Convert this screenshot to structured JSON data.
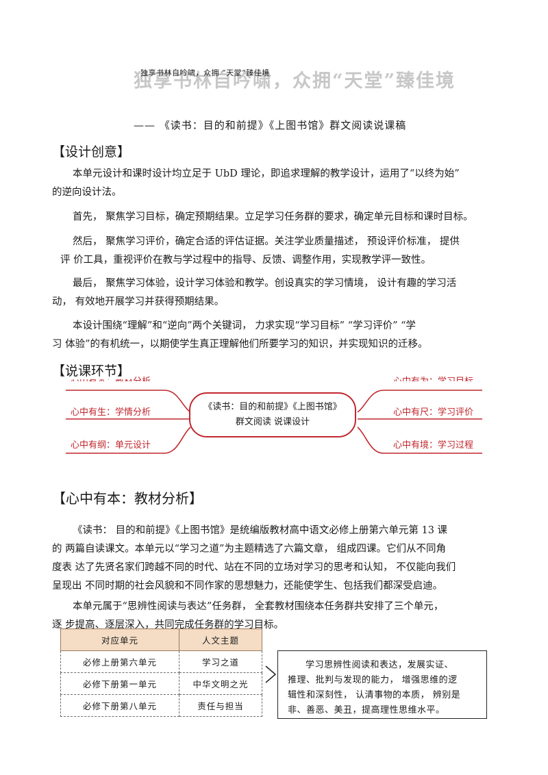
{
  "header": {
    "small_title": "独享书林自吟啸，众拥  “天堂”臻佳境",
    "big_title": "独享书林自吟啸，众拥“天堂”臻佳境",
    "subtitle": "——  《读书：目的和前提》《上图书馆》群文阅读说课稿"
  },
  "sections": {
    "design": {
      "heading": "【设计创意】",
      "p1_line1": "本单元设计和课时设计均立足于 UbD 理论，即追求理解的教学设计，运用了“以终为始”",
      "p1_line2": "的逆向设计法。",
      "p2": "首先，  聚焦学习目标，确定预期结果。立足学习任务群的要求，确定单元目标和课时目标。",
      "p3_line1": "然后，  聚焦学习评价，确定合适的评估证据。关注学业质量描述，  预设评价标准，  提供",
      "p3_line2": "评  价工具，重视评价在教与学过程中的指导、反馈、调整作用，实现教学评一致性。",
      "p4_line1": "最后，  聚焦学习体验，设计学习体验和教学。创设真实的学习情境，  设计有趣的学习活",
      "p4_line2": "动，  有效地开展学习并获得预期结果。",
      "p5_line1": "本设计围绕“理解”和“逆向”两个关键词，  力求实现“学习目标”  “学习评价”  “学",
      "p5_line2": "习  体验”的有机统一，以期使学生真正理解他们所要学习的知识，并实现知识的迁移。"
    },
    "lecture": {
      "heading": "【说课环节】",
      "mindmap": {
        "center_line1": "《读书：目的和前提》《上图书馆》",
        "center_line2": "群文阅读 说课设计",
        "left_top": "心中有本：教材分析",
        "left_mid": "心中有生：学情分析",
        "left_bottom": "心中有纲：单元设计",
        "right_top": "心中有为：学习目标",
        "right_mid": "心中有尺：学习评价",
        "right_bottom": "心中有境：学习过程"
      }
    },
    "textbook": {
      "heading": "【心中有本：教材分析】",
      "p1_line1": "《读书：  目的和前提》《上图书馆》是统编版教材高中语文必修上册第六单元第  13  课",
      "p1_line2": "的  两篇自读课文。本单元以“学习之道”为主题精选了六篇文章，  组成四课。它们从不同角",
      "p1_line3": "度表  达了先贤名家们跨越不同的时代、站在不同的立场对学习的思考和认知，  不仅能向我们",
      "p1_line4": "呈现出  不同时期的社会风貌和不同作家的思想魅力，还能使学生、包括我们都深受启迪。",
      "p2_line1": "本单元属于“思辨性阅读与表达”任务群，  全套教材围绕本任务群共安排了三个单元，",
      "p2_line2": "逐  步提高、逐层深入，共同完成任务群的学习目标。"
    }
  },
  "table": {
    "headers": [
      "对应单元",
      "人文主题"
    ],
    "rows": [
      [
        "必修上册第六单元",
        "学习之道"
      ],
      [
        "必修下册第一单元",
        "中华文明之光"
      ],
      [
        "必修下册第八单元",
        "责任与担当"
      ]
    ]
  },
  "note": {
    "line1": "学习思辨性阅读和表达，发展实证、",
    "line2": "推理、批判与发现的能力，  增强思维的逻",
    "line3": "辑性和深刻性，  认清事物的本质，  辨别是",
    "line4": "非、善恶、美丑，提高理性思维水平。"
  },
  "colors": {
    "accent_red": "#c0272d",
    "table_header": "#f4dcc5"
  }
}
